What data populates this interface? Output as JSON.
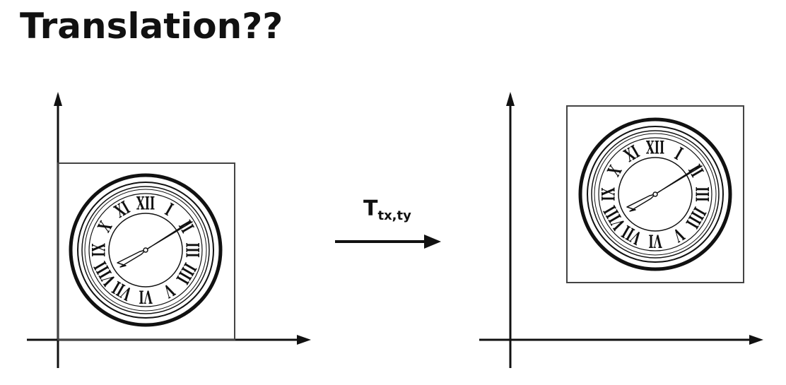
{
  "slide": {
    "title": "Translation??"
  },
  "transform_label": {
    "symbol": "T",
    "subscript": "tx,ty"
  },
  "clock": {
    "numerals": [
      "XII",
      "I",
      "II",
      "III",
      "IIII",
      "V",
      "VI",
      "VII",
      "VIII",
      "IX",
      "X",
      "XI"
    ]
  },
  "colors": {
    "ink": "#111111",
    "frame": "#444444",
    "background": "#ffffff"
  }
}
